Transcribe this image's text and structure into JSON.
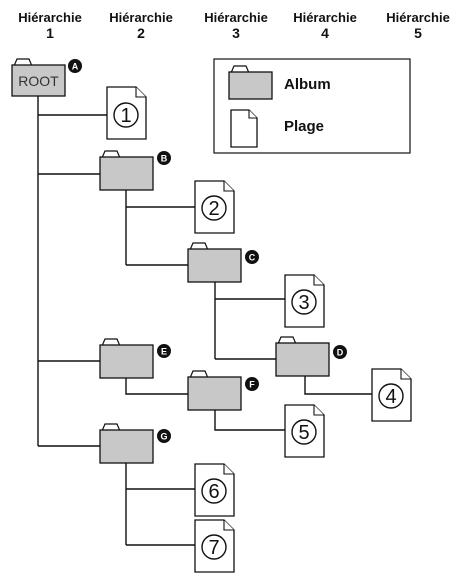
{
  "headers": [
    {
      "title": "Hiérarchie",
      "num": "1"
    },
    {
      "title": "Hiérarchie",
      "num": "2"
    },
    {
      "title": "Hiérarchie",
      "num": "3"
    },
    {
      "title": "Hiérarchie",
      "num": "4"
    },
    {
      "title": "Hiérarchie",
      "num": "5"
    }
  ],
  "root": {
    "label": "ROOT",
    "badge": "A"
  },
  "legend": {
    "album_label": "Album",
    "track_label": "Plage"
  },
  "albums": [
    {
      "id": "B",
      "badge": "B"
    },
    {
      "id": "C",
      "badge": "C"
    },
    {
      "id": "D",
      "badge": "D"
    },
    {
      "id": "E",
      "badge": "E"
    },
    {
      "id": "F",
      "badge": "F"
    },
    {
      "id": "G",
      "badge": "G"
    }
  ],
  "tracks": [
    "1",
    "2",
    "3",
    "4",
    "5",
    "6",
    "7"
  ]
}
